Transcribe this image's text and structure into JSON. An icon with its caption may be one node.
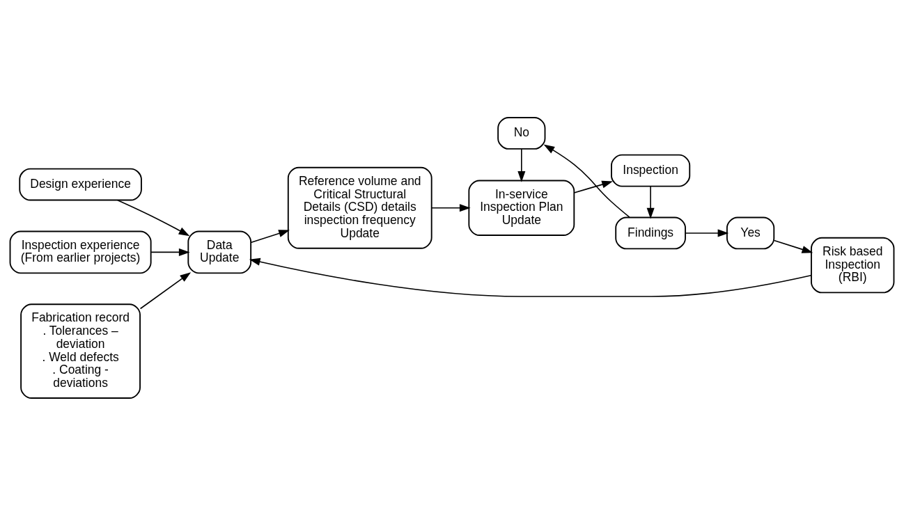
{
  "diagram": {
    "nodes": [
      {
        "text": [
          "Design experience"
        ]
      },
      {
        "text": [
          "Inspection experience (From earlier projects)"
        ]
      },
      {
        "text": [
          "Fabrication record",
          ". Tolerances – deviation",
          ". Weld defects",
          ". Coating - deviations"
        ]
      },
      {
        "text": [
          "Data",
          "Update"
        ]
      },
      {
        "text": [
          "Reference volume and Critical Structural Details (CSD) details inspection frequency",
          "Update"
        ]
      },
      {
        "text": [
          "In-service Inspection Plan",
          "Update"
        ]
      },
      {
        "text": [
          "Inspection"
        ]
      },
      {
        "text": [
          "Findings"
        ]
      },
      {
        "text": [
          "No"
        ]
      },
      {
        "text": [
          "Yes"
        ]
      },
      {
        "text": [
          "Risk based Inspection (RBI)"
        ]
      }
    ],
    "edges": [
      {
        "from": 0,
        "to": 3,
        "arrow": "to"
      },
      {
        "from": 1,
        "to": 3,
        "arrow": "to"
      },
      {
        "from": 2,
        "to": 3,
        "arrow": "to"
      },
      {
        "from": 3,
        "to": 4,
        "arrow": "to"
      },
      {
        "from": 4,
        "to": 5,
        "arrow": "to"
      },
      {
        "from": 5,
        "to": 6,
        "arrow": "to"
      },
      {
        "from": 6,
        "to": 7,
        "arrow": "to"
      },
      {
        "from": 7,
        "to": 8,
        "arrow": "to"
      },
      {
        "from": 8,
        "to": 5,
        "arrow": "to"
      },
      {
        "from": 7,
        "to": 9,
        "arrow": "to"
      },
      {
        "from": 9,
        "to": 10,
        "arrow": "to"
      },
      {
        "from": 10,
        "to": 3,
        "arrow": "to"
      }
    ]
  }
}
